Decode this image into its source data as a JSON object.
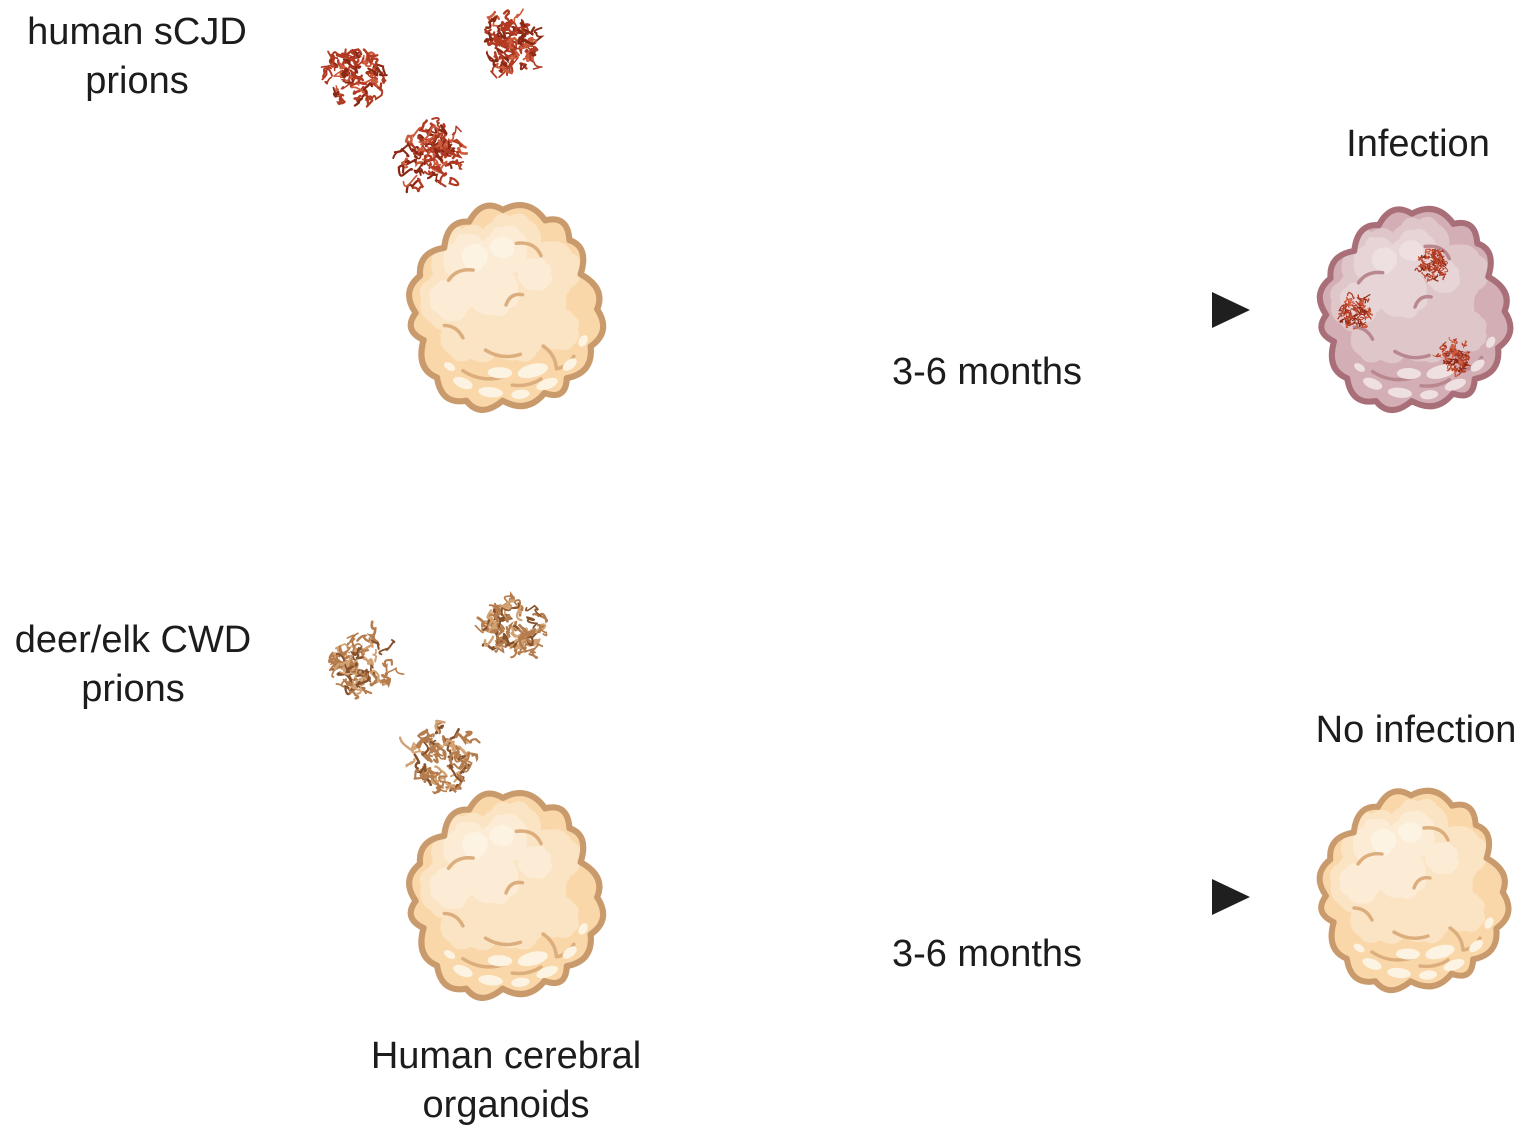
{
  "figure": {
    "rows": [
      {
        "prion_label_line1": "human sCJD",
        "prion_label_line2": "prions",
        "duration_label": "3-6 months",
        "result_label": "Infection"
      },
      {
        "prion_label_line1": "deer/elk CWD",
        "prion_label_line2": "prions",
        "duration_label": "3-6 months",
        "result_label": "No infection"
      }
    ],
    "organoid_caption_line1": "Human cerebral",
    "organoid_caption_line2": "organoids"
  },
  "colors": {
    "text": "#1c1c1c",
    "arrow_dark": "#1f1f1f",
    "arrow_light": "#f0f0f0",
    "scjd_prion_main": "#b23a23",
    "scjd_prion_dark": "#8a2814",
    "scjd_prion_light": "#cd5a3c",
    "cwd_prion_main": "#b57c4e",
    "cwd_prion_dark": "#85522b",
    "cwd_prion_light": "#d3a273",
    "healthy_outline": "#c99a6c",
    "healthy_fill": "#f9d7a9",
    "healthy_lobe": "#fbe4c4",
    "healthy_lobe_light": "#fcecd6",
    "healthy_spot": "#fdf3e2",
    "healthy_crease": "#dcae7e",
    "infected_outline": "#a96f79",
    "infected_fill": "#d3aeb4",
    "infected_lobe": "#dfc6c9",
    "infected_lobe_light": "#e7d4d6",
    "infected_spot": "#eee0e1",
    "infected_crease": "#b9888f"
  }
}
